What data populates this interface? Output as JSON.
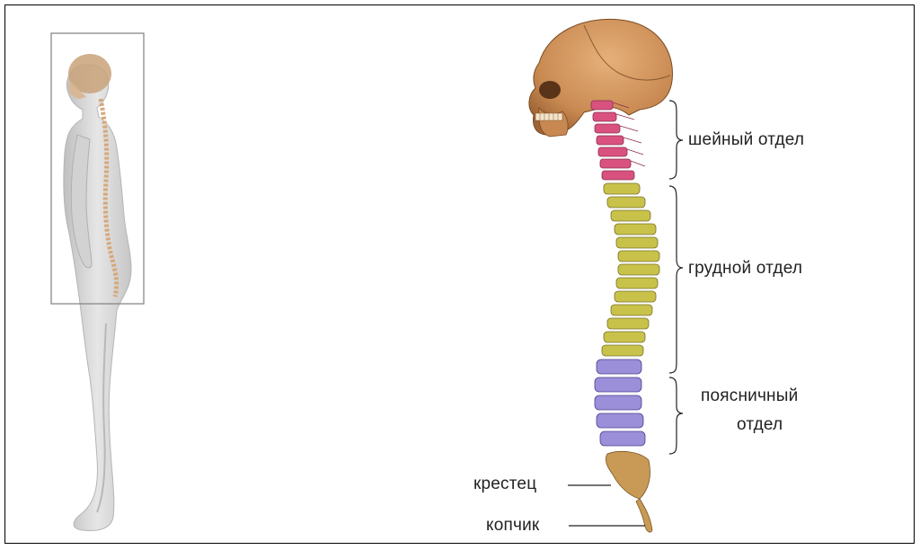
{
  "labels": {
    "cervical": "шейный отдел",
    "thoracic": "грудной отдел",
    "lumbar_line1": "поясничный",
    "lumbar_line2": "отдел",
    "sacrum": "крестец",
    "coccyx": "копчик"
  },
  "colors": {
    "cervical": "#d9527f",
    "thoracic": "#c8c24a",
    "lumbar": "#9a8fd8",
    "sacrum": "#c89a55",
    "skull": "#d49a62",
    "body": "#d8d8d8"
  },
  "icons": {
    "left_figure": "human-body-side-icon",
    "right_figure": "skull-spine-icon"
  }
}
